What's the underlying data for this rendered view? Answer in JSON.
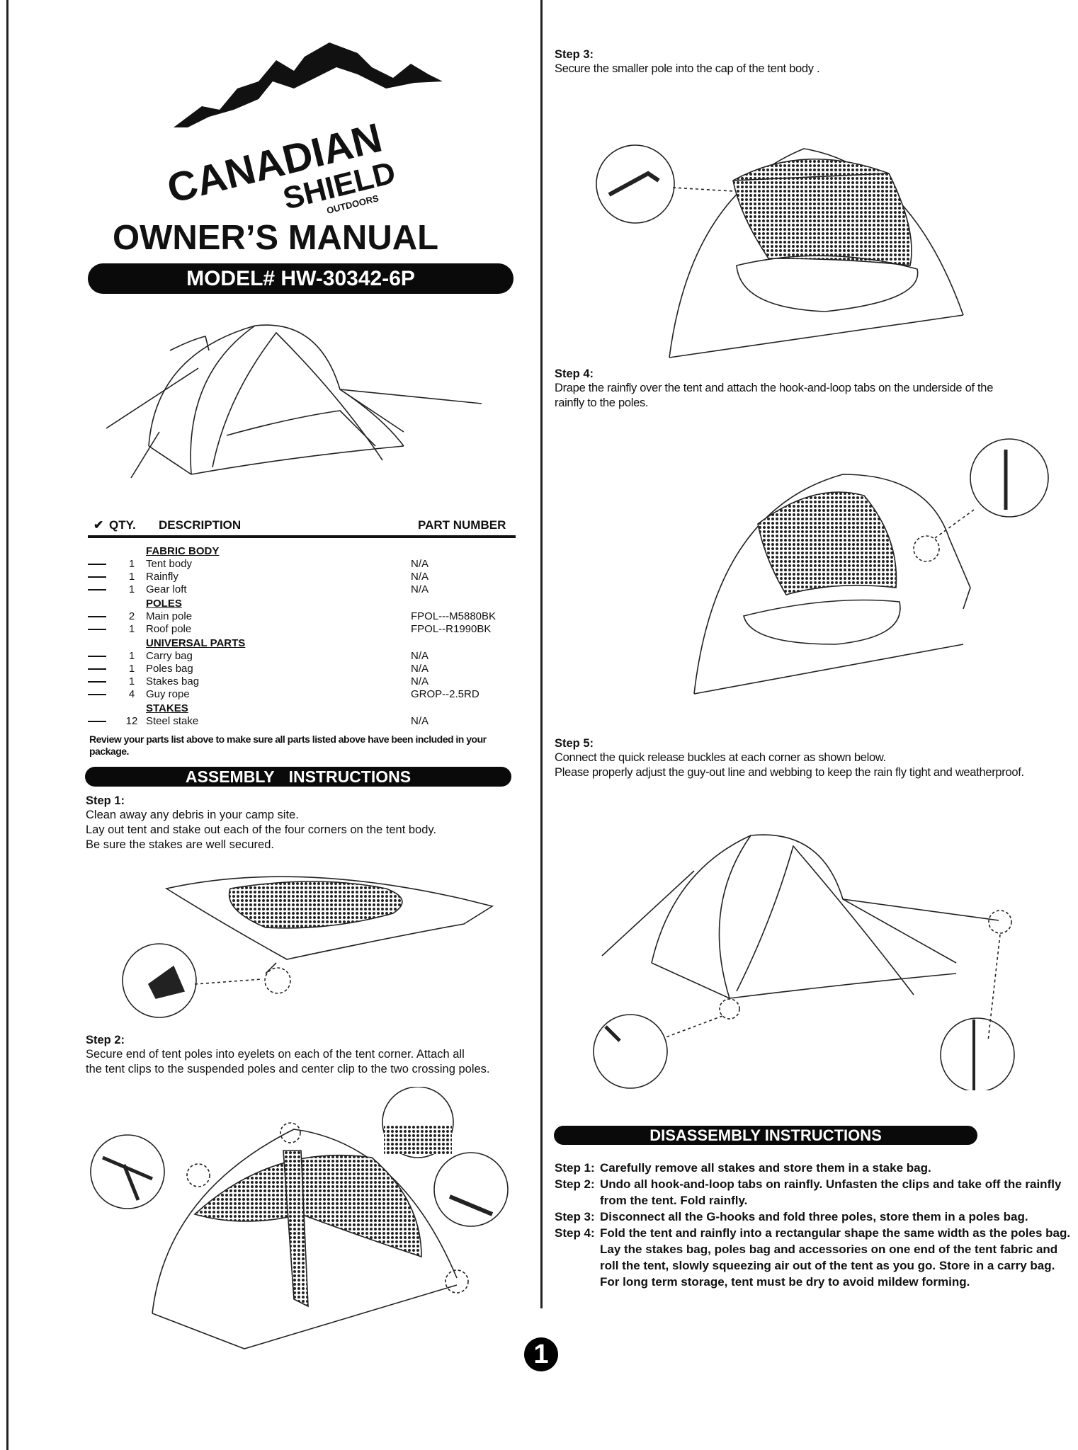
{
  "brand": {
    "name": "CANADIAN",
    "name2": "SHIELD",
    "sub": "OUTDOORS"
  },
  "title": "OWNER’S MANUAL",
  "model": "MODEL# HW-30342-6P",
  "parts_table": {
    "headers": {
      "check": "✔",
      "qty": "QTY.",
      "description": "DESCRIPTION",
      "part_number": "PART NUMBER"
    },
    "groups": [
      {
        "name": "FABRIC BODY",
        "items": [
          {
            "qty": "1",
            "description": "Tent body",
            "part_number": "N/A"
          },
          {
            "qty": "1",
            "description": "Rainfly",
            "part_number": "N/A"
          },
          {
            "qty": "1",
            "description": "Gear loft",
            "part_number": "N/A"
          }
        ]
      },
      {
        "name": "POLES",
        "items": [
          {
            "qty": "2",
            "description": "Main pole",
            "part_number": "FPOL---M5880BK"
          },
          {
            "qty": "1",
            "description": "Roof pole",
            "part_number": "FPOL--R1990BK"
          }
        ]
      },
      {
        "name": "UNIVERSAL PARTS",
        "items": [
          {
            "qty": "1",
            "description": "Carry bag",
            "part_number": "N/A"
          },
          {
            "qty": "1",
            "description": "Poles bag",
            "part_number": "N/A"
          },
          {
            "qty": "1",
            "description": "Stakes bag",
            "part_number": "N/A"
          },
          {
            "qty": "4",
            "description": "Guy rope",
            "part_number": "GROP--2.5RD"
          }
        ]
      },
      {
        "name": "STAKES",
        "items": [
          {
            "qty": "12",
            "description": "Steel stake",
            "part_number": "N/A"
          }
        ]
      }
    ],
    "review_note": "Review your parts list above to make sure all parts listed above have been included in your package."
  },
  "assembly": {
    "heading": "ASSEMBLY INSTRUCTIONS",
    "steps": [
      {
        "label": "Step 1:",
        "lines": [
          "Clean away any debris in your camp site.",
          "Lay out tent and stake out each of the four corners on the tent body.",
          "Be sure the stakes are well secured."
        ]
      },
      {
        "label": "Step 2:",
        "lines": [
          "Secure end of tent poles into eyelets on each of the tent corner. Attach all",
          "the tent clips to the suspended poles and center clip to the two crossing poles."
        ]
      },
      {
        "label": "Step 3:",
        "lines": [
          "Secure the smaller pole into the cap of the tent body ."
        ]
      },
      {
        "label": "Step 4:",
        "lines": [
          "Drape the rainfly over the tent and attach the hook-and-loop tabs on the underside of the",
          "rainfly to the poles."
        ]
      },
      {
        "label": "Step 5:",
        "lines": [
          "Connect the quick release buckles at each corner as shown below.",
          "Please properly adjust the guy-out line and webbing to keep the rain fly tight and weatherproof."
        ]
      }
    ]
  },
  "disassembly": {
    "heading": "DISASSEMBLY INSTRUCTIONS",
    "steps": [
      {
        "label": "Step 1:",
        "text": "Carefully remove all stakes and store them in a stake bag."
      },
      {
        "label": "Step 2:",
        "text": "Undo all hook-and-loop tabs on rainfly. Unfasten the clips and take off the rainfly from the tent. Fold rainfly."
      },
      {
        "label": "Step 3:",
        "text": "Disconnect all the G-hooks and fold three poles, store them in a poles bag."
      },
      {
        "label": "Step 4:",
        "text": "Fold the tent and rainfly into a rectangular shape the same width as the poles bag. Lay the stakes bag, poles bag and accessories on one end of the tent fabric and roll the tent, slowly squeezing air out of the tent as you go. Store in a carry bag. For long term storage, tent must be dry to avoid mildew forming."
      }
    ]
  },
  "page_number": "1"
}
